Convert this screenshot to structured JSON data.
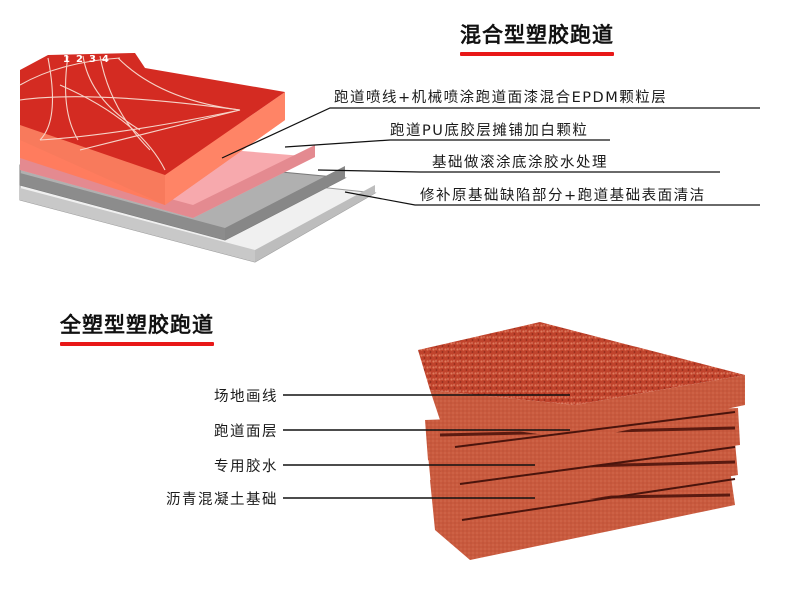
{
  "top_section": {
    "title": "混合型塑胶跑道",
    "track_lane_numbers": [
      "1",
      "2",
      "3",
      "4"
    ],
    "layers": [
      {
        "label": "跑道喷线+机械喷涂跑道面漆混合EPDM颗粒层",
        "color": "#d42b22"
      },
      {
        "label": "跑道PU底胶层摊铺加白颗粒",
        "color": "#f6a3a8"
      },
      {
        "label": "基础做滚涂底涂胶水处理",
        "color": "#a9a9a9"
      },
      {
        "label": "修补原基础缺陷部分+跑道基础表面清洁",
        "color": "#ececec"
      }
    ],
    "accent_color": "#e81818"
  },
  "bottom_section": {
    "title": "全塑型塑胶跑道",
    "layers": [
      {
        "label": "场地画线"
      },
      {
        "label": "跑道面层"
      },
      {
        "label": "专用胶水"
      },
      {
        "label": "沥青混凝土基础"
      }
    ],
    "slab_color": "#c2452e"
  }
}
